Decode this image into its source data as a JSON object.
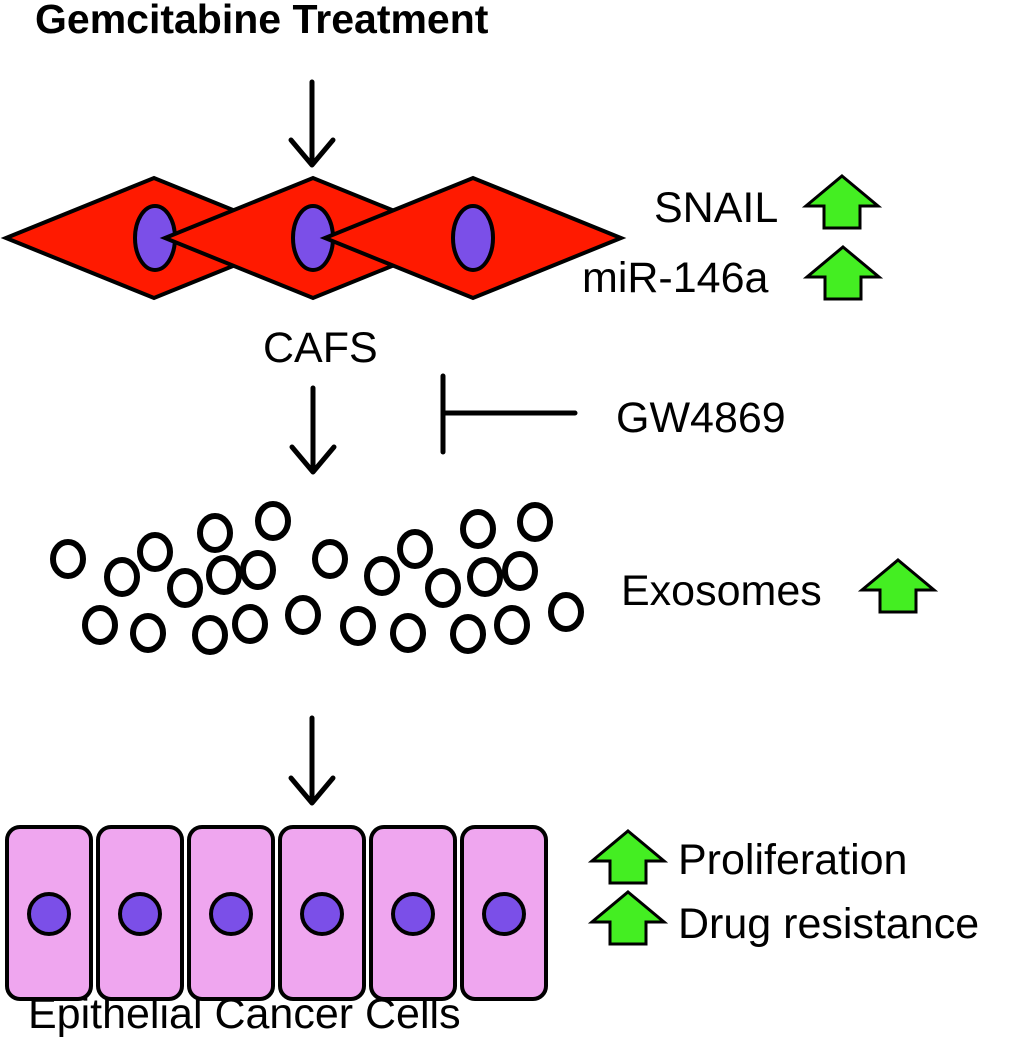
{
  "title": "Gemcitabine Treatment",
  "cafs": {
    "label": "CAFS",
    "markers": [
      {
        "label": "SNAIL",
        "icon": "up-arrow-icon"
      },
      {
        "label": "miR-146a",
        "icon": "up-arrow-icon"
      }
    ]
  },
  "inhibitor": {
    "label": "GW4869",
    "icon": "inhibition-bar-icon"
  },
  "exosomes": {
    "label": "Exosomes",
    "icon": "up-arrow-icon"
  },
  "epithelial": {
    "label": "Epithelial Cancer Cells",
    "effects": [
      {
        "label": "Proliferation",
        "icon": "up-arrow-icon"
      },
      {
        "label": "Drug resistance",
        "icon": "up-arrow-icon"
      }
    ]
  },
  "colors": {
    "caf_fill": "#ff1a00",
    "nucleus_fill": "#7b4fe8",
    "epithelial_fill": "#efa6ef",
    "up_arrow_fill": "#44ee22",
    "outline": "#000000"
  }
}
